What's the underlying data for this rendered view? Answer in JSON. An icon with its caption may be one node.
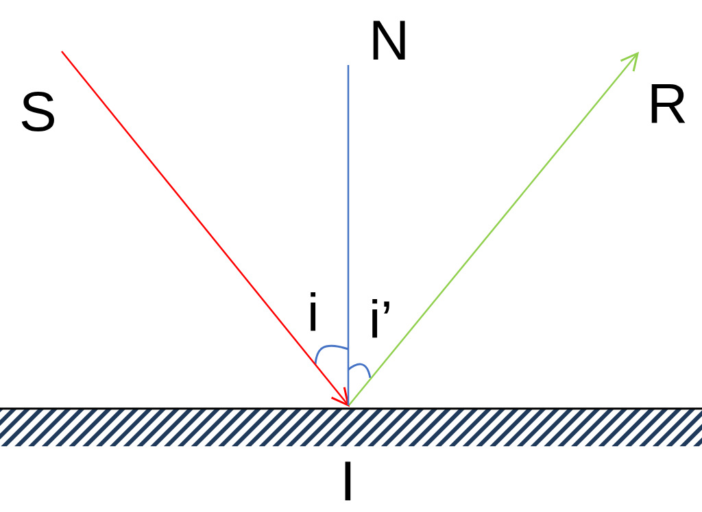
{
  "diagram": {
    "nodes": [
      {
        "text": [
          "S"
        ]
      },
      {
        "text": [
          "N"
        ]
      },
      {
        "text": [
          "R"
        ]
      },
      {
        "text": [
          "I"
        ]
      }
    ],
    "edges": [
      {
        "from": 0,
        "to": 3,
        "arrow": "to",
        "color": "#ff0000"
      },
      {
        "from": 3,
        "to": 2,
        "arrow": "to",
        "color": "#92d050"
      },
      {
        "from": 3,
        "to": 1,
        "arrow": "none",
        "color": "#4472c4"
      }
    ],
    "labels": [
      "i",
      "i’"
    ]
  }
}
